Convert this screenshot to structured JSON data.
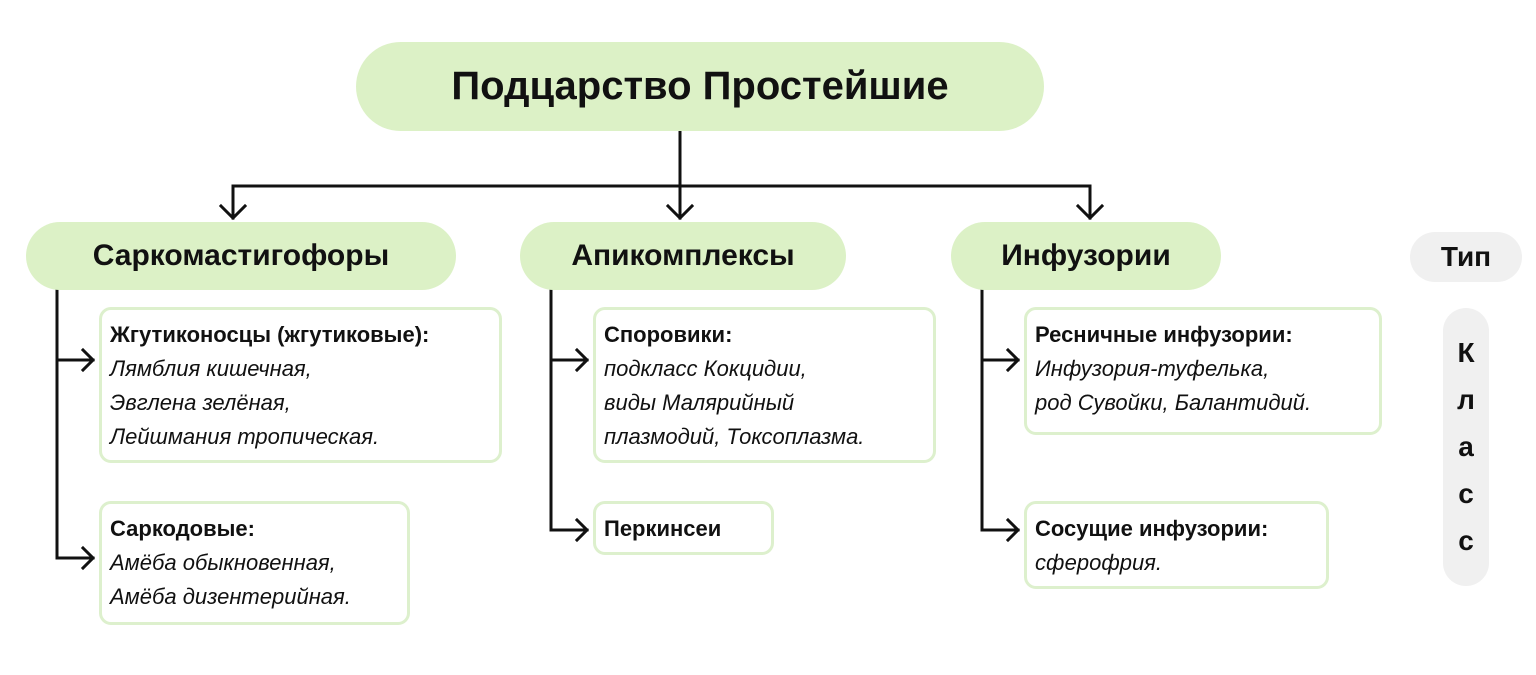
{
  "colors": {
    "type_fill": "#dcf1c6",
    "box_border": "#ddf0cd",
    "legend_fill": "#f0f0f0",
    "line": "#111111"
  },
  "root": {
    "label": "Подцарство Простейшие"
  },
  "types": [
    {
      "label": "Саркомастигофоры",
      "classes": [
        {
          "title": "Жгутиконосцы (жгутиковые):",
          "items": [
            "Лямблия кишечная,",
            "Эвглена зелёная,",
            "Лейшмания тропическая."
          ]
        },
        {
          "title": "Саркодовые:",
          "items": [
            "Амёба обыкновенная,",
            "Амёба дизентерийная."
          ]
        }
      ]
    },
    {
      "label": "Апикомплексы",
      "classes": [
        {
          "title": "Споровики:",
          "items": [
            "подкласс Кокцидии,",
            "виды Малярийный",
            "плазмодий, Токсоплазма."
          ]
        },
        {
          "title": "Перкинсеи",
          "items": []
        }
      ]
    },
    {
      "label": "Инфузории",
      "classes": [
        {
          "title": "Ресничные инфузории:",
          "items": [
            "Инфузория-туфелька,",
            "род Сувойки, Балантидий."
          ]
        },
        {
          "title": "Сосущие инфузории:",
          "items": [
            "сферофрия."
          ]
        }
      ]
    }
  ],
  "legend": {
    "type_label": "Тип",
    "class_letters": [
      "К",
      "л",
      "а",
      "с",
      "с"
    ]
  }
}
